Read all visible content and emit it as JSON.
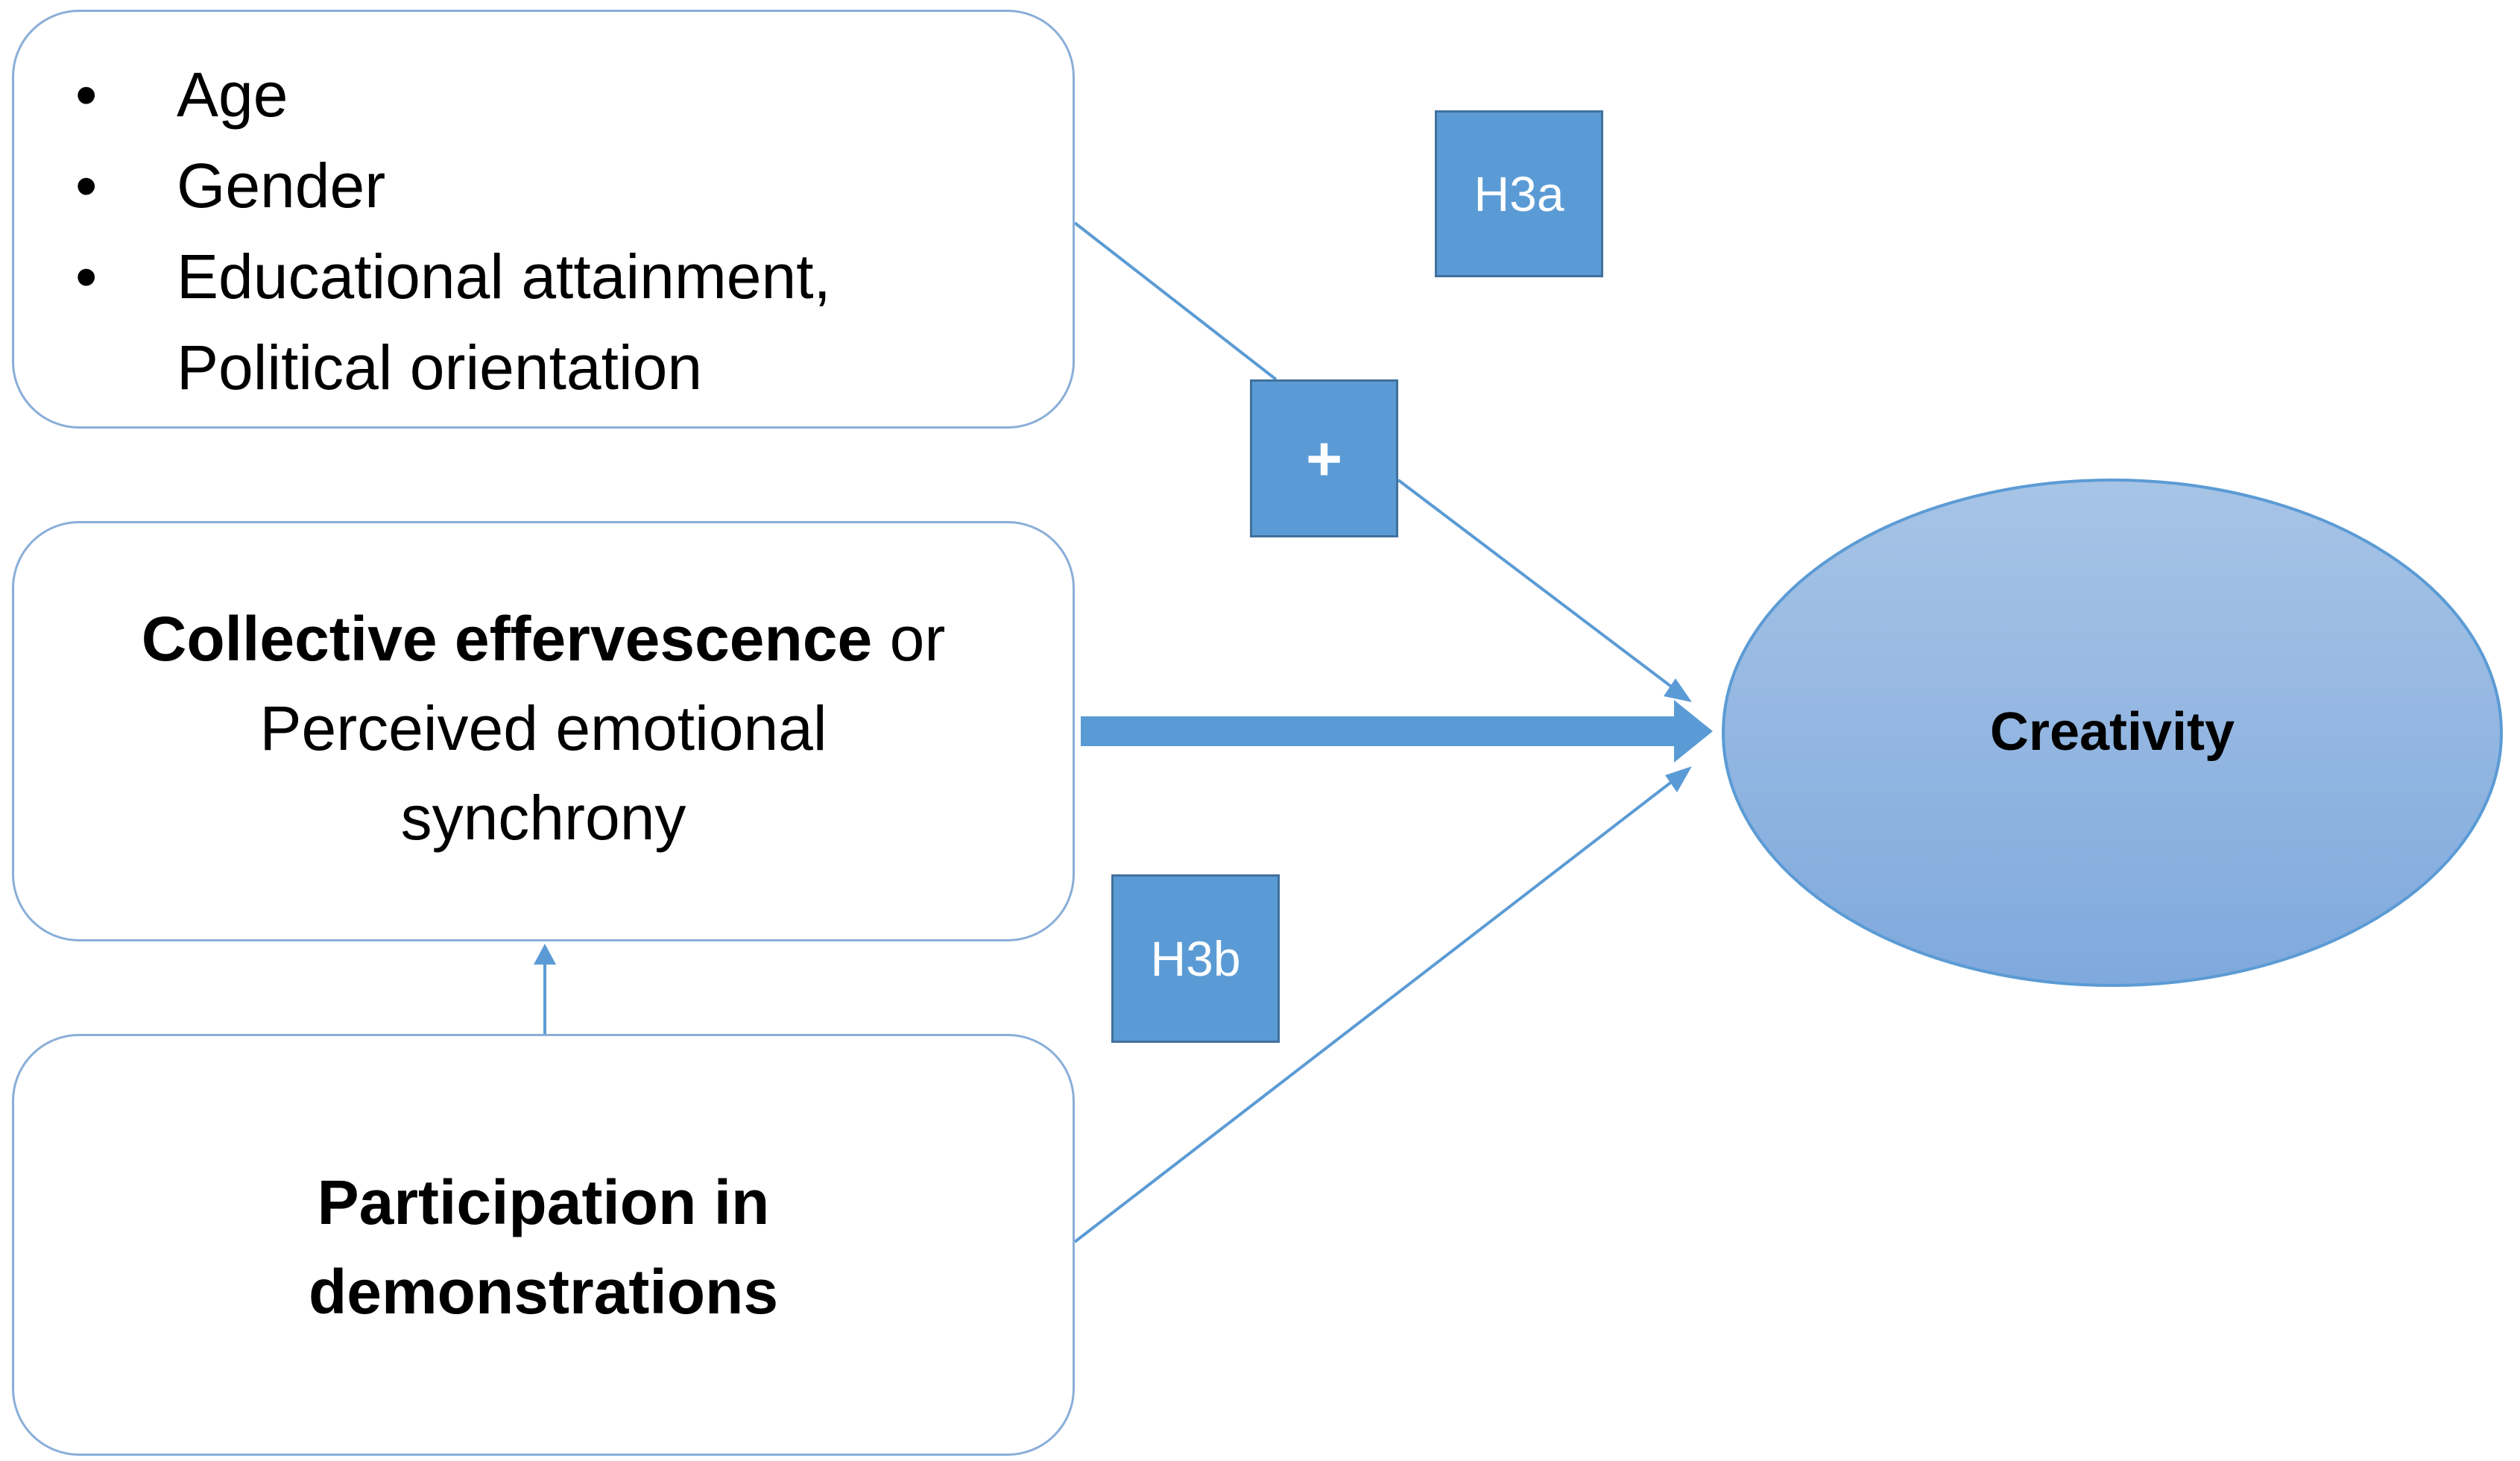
{
  "controls": {
    "items": [
      "Age",
      "Gender",
      "Educational attainment,",
      "Political orientation"
    ],
    "bullet": "•"
  },
  "mediator": {
    "bold_part": "Collective effervescence",
    "rest_line1": " or",
    "line2": "Perceived emotional",
    "line3": "synchrony"
  },
  "predictor": {
    "line1": "Participation in",
    "line2": "demonstrations"
  },
  "outcome": {
    "label": "Creativity"
  },
  "hypotheses": {
    "h3a": "H3a",
    "plus": "+",
    "h3b": "H3b"
  },
  "colors": {
    "box_border": "#8aaed8",
    "connector": "#5b9bd5",
    "ellipse_fill_top": "#a7c4e6",
    "ellipse_fill_bottom": "#7fa9dd",
    "ellipse_border": "#5b9bd5",
    "hyp_box_fill": "#5b9bd5"
  }
}
